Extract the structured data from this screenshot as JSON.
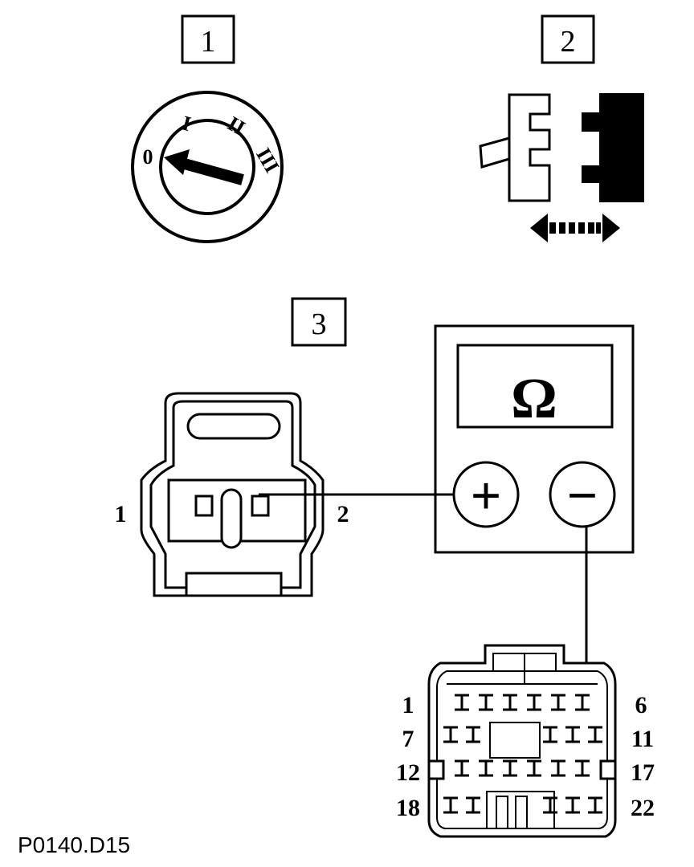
{
  "steps": [
    "1",
    "2",
    "3"
  ],
  "ignition": {
    "positions": [
      "0",
      "I",
      "II",
      "III"
    ]
  },
  "meter": {
    "symbol": "Ω",
    "plus": "+",
    "minus": "−"
  },
  "sensor_connector": {
    "pin_left": "1",
    "pin_right": "2"
  },
  "module_connector": {
    "row_labels_left": [
      "1",
      "7",
      "12",
      "18"
    ],
    "row_labels_right": [
      "6",
      "11",
      "17",
      "22"
    ]
  },
  "reference": "P0140.D15"
}
